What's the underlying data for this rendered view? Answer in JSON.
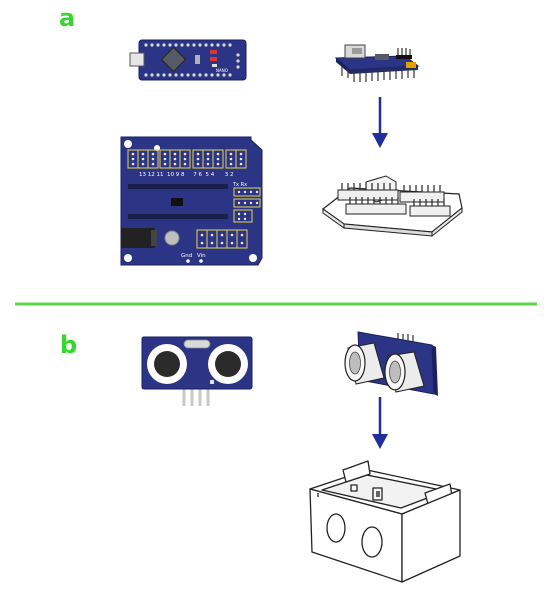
{
  "panels": [
    {
      "label": "a"
    },
    {
      "label": "b"
    }
  ],
  "colors": {
    "label_green": "#35d62f",
    "divider_green": "#5bd44a",
    "pcb_blue": "#2c3585",
    "pcb_edge": "#1a2060",
    "arrow_blue": "#1f2e9c",
    "pin_header": "#e8d24a"
  },
  "pcb_labels": {
    "pin_numbers": "13 12 11  10 9 8     7 6  5 4      3 2",
    "tx_rx": "Tx Rx",
    "gnd": "Gnd",
    "vin": "Vin",
    "nano_mark": "NANO"
  },
  "icons": [
    "arduino-nano-board",
    "nano-side-view",
    "sensor-shield-board",
    "shield-3d-view",
    "ultrasonic-sensor-front",
    "ultrasonic-sensor-3d",
    "enclosure-box"
  ]
}
